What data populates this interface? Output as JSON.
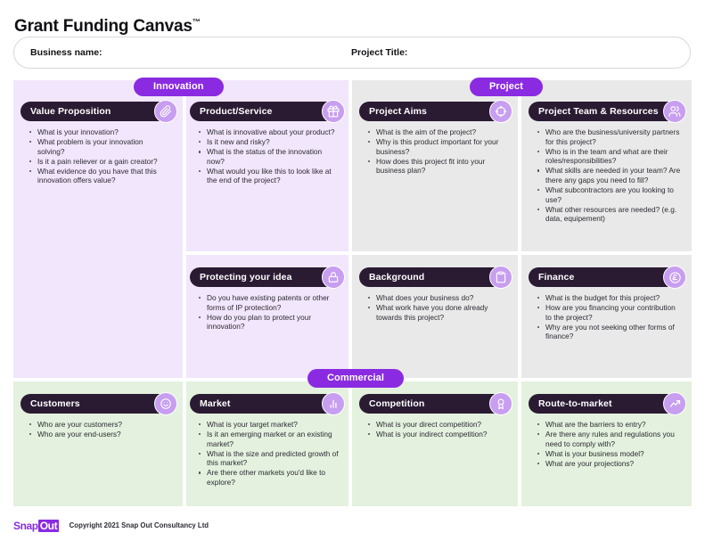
{
  "page": {
    "title": "Grant Funding Canvas",
    "title_tm": "™"
  },
  "infobar": {
    "business_label": "Business name:",
    "project_label": "Project Title:"
  },
  "zones": [
    {
      "id": "innovation",
      "label": "Innovation",
      "color": "#f1e6fb"
    },
    {
      "id": "project",
      "label": "Project",
      "color": "#e9e9e9"
    },
    {
      "id": "commercial",
      "label": "Commercial",
      "color": "#e3f1de"
    }
  ],
  "colors": {
    "accent": "#8a2be2",
    "card_header": "#2a1b33",
    "icon_circle": "#c79ef0",
    "innovation_bg": "#f1e6fb",
    "project_bg": "#e9e9e9",
    "commercial_bg": "#e3f1de"
  },
  "cards": {
    "value_proposition": {
      "title": "Value Proposition",
      "icon": "paperclip-icon",
      "bullets": [
        "What is your innovation?",
        "What problem is your innovation solving?",
        "Is it a pain reliever or a gain creator?",
        "What evidence do you have that this innovation offers value?"
      ]
    },
    "product_service": {
      "title": "Product/Service",
      "icon": "gift-icon",
      "bullets": [
        "What is innovative about your product?",
        "Is it new and risky?",
        "What is the status of the innovation now?",
        "What would you like this to look like at the end of the project?"
      ]
    },
    "project_aims": {
      "title": "Project Aims",
      "icon": "target-icon",
      "bullets": [
        "What is the aim of the project?",
        "Why is this product important for your business?",
        "How does this project fit into your business plan?"
      ]
    },
    "project_team": {
      "title": "Project Team & Resources",
      "icon": "people-icon",
      "bullets": [
        "Who are the business/university partners for this project?",
        "Who is in the team and what are their roles/responsibilities?",
        "What skills are needed in your team? Are there any gaps you need to fill?",
        "What subcontractors are you looking to use?",
        "What other resources are needed? (e.g. data, equipement)"
      ]
    },
    "protecting_idea": {
      "title": "Protecting your idea",
      "icon": "lock-icon",
      "bullets": [
        "Do you have existing patents or other forms of IP protection?",
        "How do you plan to protect your innovation?"
      ]
    },
    "background": {
      "title": "Background",
      "icon": "clipboard-icon",
      "bullets": [
        "What does your business do?",
        "What work have you done already towards this project?"
      ]
    },
    "finance": {
      "title": "Finance",
      "icon": "pound-icon",
      "bullets": [
        "What is the budget for this project?",
        "How are you financing your contribution to the project?",
        "Why are you not seeking other forms of finance?"
      ]
    },
    "customers": {
      "title": "Customers",
      "icon": "smiley-icon",
      "bullets": [
        "Who are your customers?",
        "Who are your end-users?"
      ]
    },
    "market": {
      "title": "Market",
      "icon": "bar-chart-icon",
      "bullets": [
        "What is your target market?",
        "Is it an emerging market or an existing market?",
        "What is the size and predicted growth of this market?",
        "Are there other markets you'd like to explore?"
      ]
    },
    "competition": {
      "title": "Competition",
      "icon": "award-icon",
      "bullets": [
        "What is your direct competition?",
        "What is your indirect competition?"
      ]
    },
    "route_to_market": {
      "title": "Route-to-market",
      "icon": "trend-up-icon",
      "bullets": [
        "What are the barriers to entry?",
        "Are there any rules and regulations you need to comply with?",
        "What is your business model?",
        "What are your projections?"
      ]
    }
  },
  "footer": {
    "logo_part1": "Snap",
    "logo_part2": "Out",
    "copyright": "Copyright 2021 Snap Out Consultancy Ltd"
  }
}
